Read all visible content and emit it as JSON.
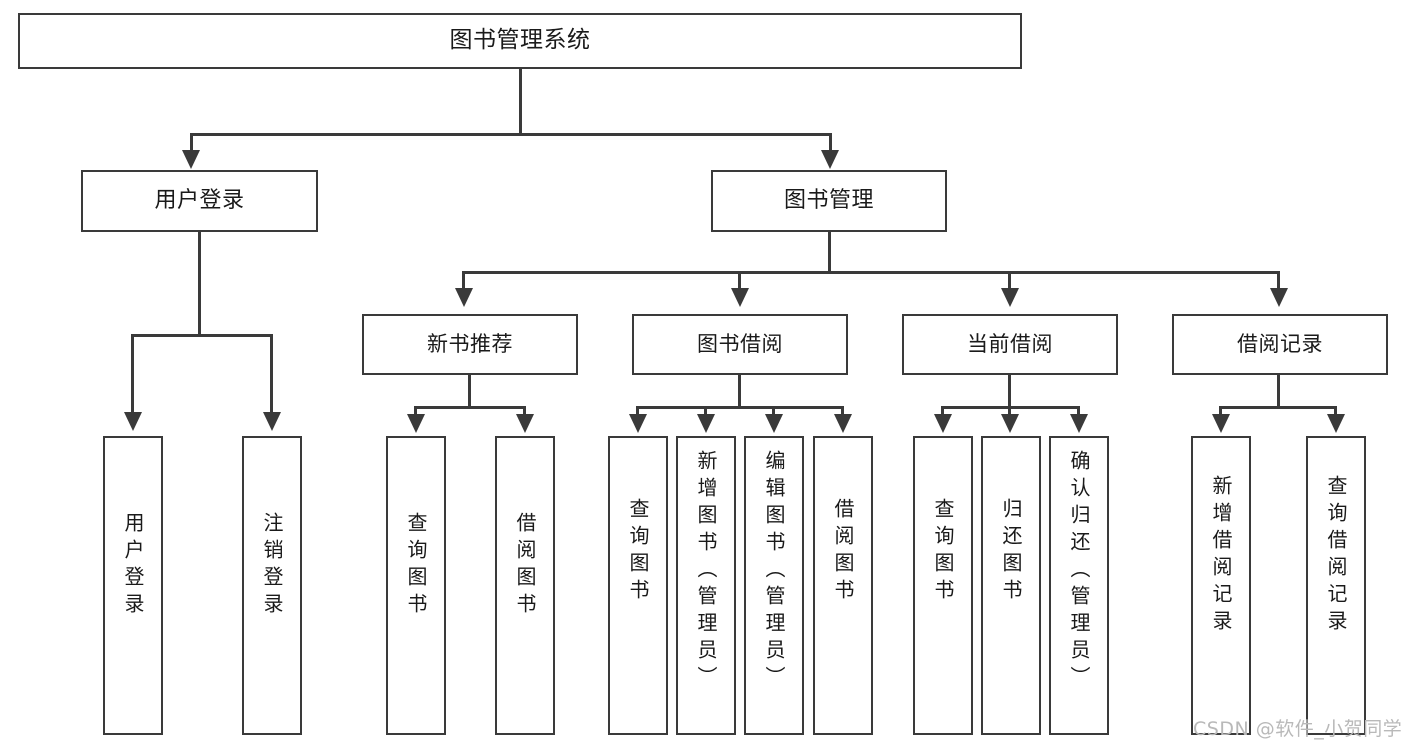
{
  "diagram": {
    "type": "tree-hierarchy-diagram",
    "title": "图书管理系统",
    "root": {
      "label": "图书管理系统"
    },
    "level2": [
      {
        "label": "用户登录"
      },
      {
        "label": "图书管理"
      }
    ],
    "level3": [
      {
        "label": "新书推荐"
      },
      {
        "label": "图书借阅"
      },
      {
        "label": "当前借阅"
      },
      {
        "label": "借阅记录"
      }
    ],
    "leaves": {
      "user_login": [
        {
          "label": "用户登录"
        },
        {
          "label": "注销登录"
        }
      ],
      "new_book_recommend": [
        {
          "label": "查询图书"
        },
        {
          "label": "借阅图书"
        }
      ],
      "book_borrow": [
        {
          "label": "查询图书"
        },
        {
          "label": "新增图书（管理员）"
        },
        {
          "label": "编辑图书（管理员）"
        },
        {
          "label": "借阅图书"
        }
      ],
      "current_borrow": [
        {
          "label": "查询图书"
        },
        {
          "label": "归还图书"
        },
        {
          "label": "确认归还（管理员）"
        }
      ],
      "borrow_record": [
        {
          "label": "新增借阅记录"
        },
        {
          "label": "查询借阅记录"
        }
      ]
    }
  },
  "watermark": {
    "text": "CSDN @软件_小贺同学"
  },
  "colors": {
    "stroke": "#3a3a3a",
    "background": "#ffffff",
    "text": "#1a1a1a",
    "watermark": "#b9b9b9"
  }
}
